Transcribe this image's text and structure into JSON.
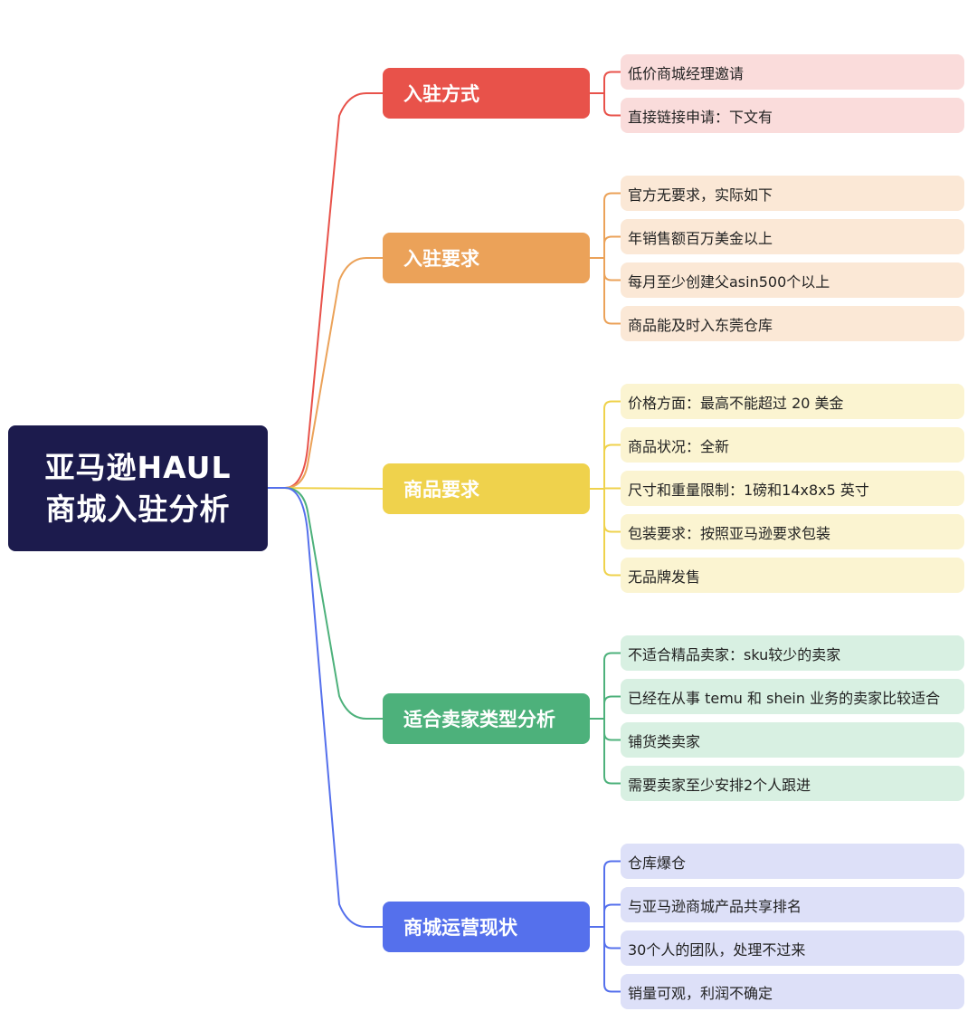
{
  "root": {
    "line1": "亚马逊HAUL",
    "line2": "商城入驻分析"
  },
  "branches": [
    {
      "label": "入驻方式",
      "color": "#e8524a",
      "leaf_bg": "#fadcdb",
      "items": [
        "低价商城经理邀请",
        "直接链接申请：下文有"
      ]
    },
    {
      "label": "入驻要求",
      "color": "#eba259",
      "leaf_bg": "#fbe8d6",
      "items": [
        "官方无要求，实际如下",
        "年销售额百万美金以上",
        "每月至少创建父asin500个以上",
        "商品能及时入东莞仓库"
      ]
    },
    {
      "label": "商品要求",
      "color": "#efd24c",
      "leaf_bg": "#fbf4d1",
      "items": [
        "价格方面：最高不能超过 20 美金",
        "商品状况：全新",
        "尺寸和重量限制：1磅和14x8x5 英寸",
        "包装要求：按照亚马逊要求包装",
        "无品牌发售"
      ]
    },
    {
      "label": "适合卖家类型分析",
      "color": "#4db17b",
      "leaf_bg": "#d8f0e2",
      "items": [
        "不适合精品卖家：sku较少的卖家",
        "已经在从事 temu 和 shein 业务的卖家比较适合",
        "铺货类卖家",
        "需要卖家至少安排2个人跟进"
      ]
    },
    {
      "label": "商城运营现状",
      "color": "#5570ec",
      "leaf_bg": "#dde0f8",
      "items": [
        "仓库爆仓",
        "与亚马逊商城产品共享排名",
        "30个人的团队，处理不过来",
        "销量可观，利润不确定"
      ]
    }
  ]
}
